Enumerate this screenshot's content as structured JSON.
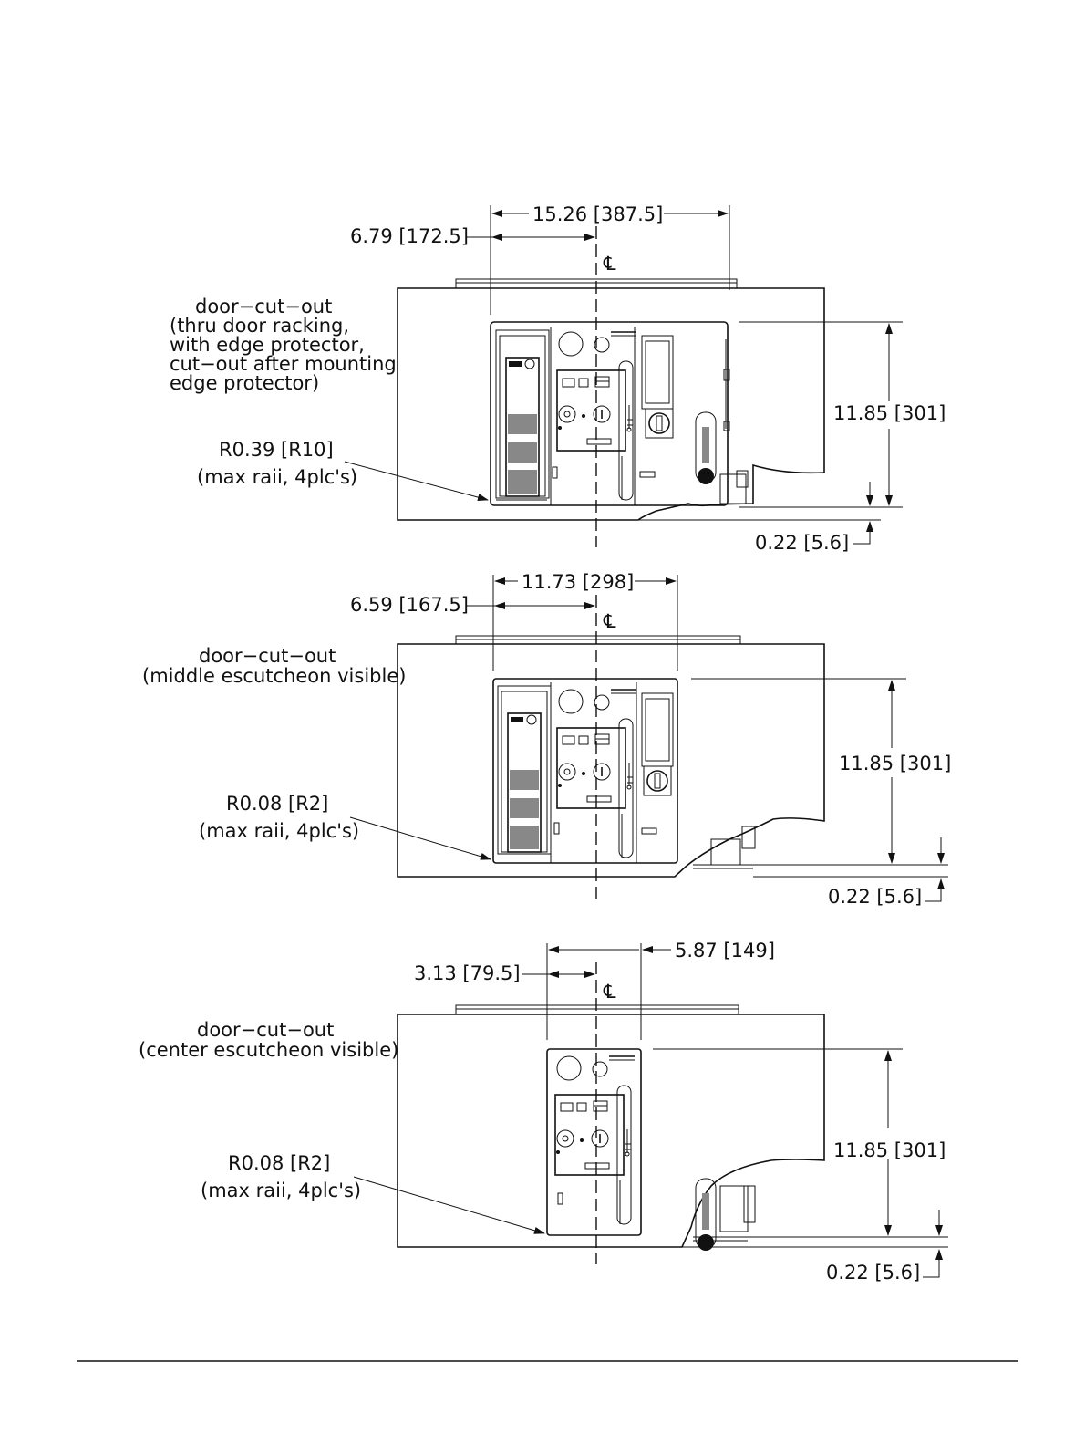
{
  "views": [
    {
      "overall_width": "15.26  [387.5]",
      "half_width": "6.79  [172.5]",
      "centerline": "℄",
      "cutout_label_lines": [
        "door−cut−out",
        "(thru  door  racking,",
        "with  edge  protector,",
        "cut−out  after  mounting",
        "edge  protector)"
      ],
      "radius": "R0.39  [R10]",
      "radius_note": "(max  raii,  4plc's)",
      "height": "11.85  [301]",
      "offset": "0.22  [5.6]"
    },
    {
      "overall_width": "11.73  [298]",
      "half_width": "6.59  [167.5]",
      "centerline": "℄",
      "cutout_label_lines": [
        "door−cut−out",
        "(middle  escutcheon  visible)"
      ],
      "radius": "R0.08  [R2]",
      "radius_note": "(max  raii,  4plc's)",
      "height": "11.85  [301]",
      "offset": "0.22  [5.6]"
    },
    {
      "overall_width": "5.87  [149]",
      "half_width": "3.13  [79.5]",
      "centerline": "℄",
      "cutout_label_lines": [
        "door−cut−out",
        "(center  escutcheon  visible)"
      ],
      "radius": "R0.08  [R2]",
      "radius_note": "(max  raii,  4plc's)",
      "height": "11.85  [301]",
      "offset": "0.22  [5.6]"
    }
  ]
}
